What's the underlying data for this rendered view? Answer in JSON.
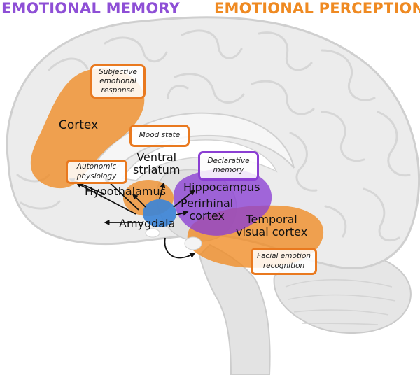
{
  "titles": {
    "memory": "EMOTIONAL MEMORY",
    "perception": "EMOTIONAL PERCEPTION"
  },
  "colors": {
    "memory": "#8e4fd6",
    "perception": "#ef8a22",
    "amygdala": "#3d84d6",
    "brain_fill": "#ececec",
    "brain_outline": "#cfcfcf"
  },
  "regions": {
    "cortex": "Cortex",
    "ventral_striatum": "Ventral\nstriatum",
    "hypothalamus": "Hypothalamus",
    "hippocampus": "Hippocampus",
    "perirhinal_cortex": "Perirhinal\ncortex",
    "amygdala": "Amygdala",
    "temporal_visual_cortex": "Temporal\nvisual cortex"
  },
  "functions": {
    "subjective_emotional_response": "Subjective\nemotional\nresponse",
    "mood_state": "Mood state",
    "autonomic_physiology": "Autonomic\nphysiology",
    "declarative_memory": "Declarative\nmemory",
    "facial_emotion_recognition": "Facial emotion\nrecognition"
  }
}
